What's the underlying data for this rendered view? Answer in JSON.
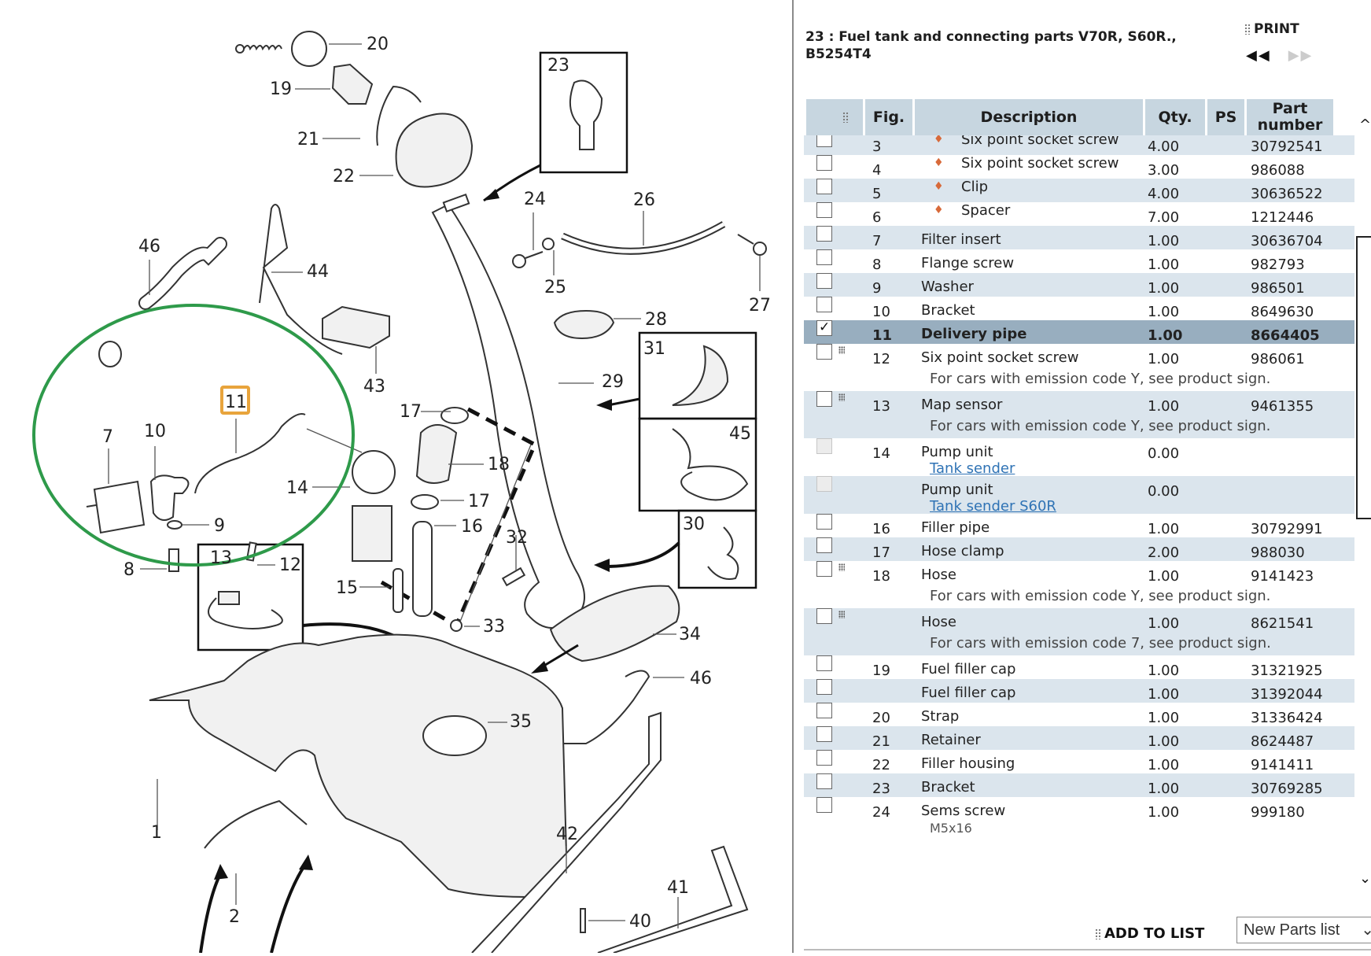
{
  "diagram": {
    "highlighted_callout": "11",
    "highlight_color": "#e8a43c",
    "circle_color": "#2e9a4a",
    "callouts": [
      "1",
      "2",
      "7",
      "8",
      "9",
      "10",
      "11",
      "12",
      "13",
      "14",
      "15",
      "16",
      "17",
      "17",
      "18",
      "19",
      "20",
      "21",
      "22",
      "23",
      "24",
      "25",
      "26",
      "27",
      "28",
      "29",
      "30",
      "31",
      "32",
      "33",
      "34",
      "35",
      "40",
      "41",
      "42",
      "43",
      "44",
      "45",
      "46",
      "46"
    ]
  },
  "header": {
    "title": "23 : Fuel tank and connecting parts V70R, S60R., B5254T4",
    "print_label": "PRINT",
    "prev_icon": "◀◀",
    "next_icon": "▶▶"
  },
  "table": {
    "columns": [
      "",
      "Fig.",
      "Description",
      "Qty.",
      "PS",
      "Part number"
    ],
    "rows": [
      {
        "fig": "3",
        "desc": "Six point socket screw",
        "qty": "4.00",
        "pn": "30792541",
        "sub": true,
        "checked": false
      },
      {
        "fig": "4",
        "desc": "Six point socket screw",
        "qty": "3.00",
        "pn": "986088",
        "sub": true,
        "checked": false
      },
      {
        "fig": "5",
        "desc": "Clip",
        "qty": "4.00",
        "pn": "30636522",
        "sub": true,
        "checked": false
      },
      {
        "fig": "6",
        "desc": "Spacer",
        "qty": "7.00",
        "pn": "1212446",
        "sub": true,
        "checked": false
      },
      {
        "fig": "7",
        "desc": "Filter insert",
        "qty": "1.00",
        "pn": "30636704",
        "checked": false
      },
      {
        "fig": "8",
        "desc": "Flange screw",
        "qty": "1.00",
        "pn": "982793",
        "checked": false
      },
      {
        "fig": "9",
        "desc": "Washer",
        "qty": "1.00",
        "pn": "986501",
        "checked": false
      },
      {
        "fig": "10",
        "desc": "Bracket",
        "qty": "1.00",
        "pn": "8649630",
        "checked": false
      },
      {
        "fig": "11",
        "desc": "Delivery pipe",
        "qty": "1.00",
        "pn": "8664405",
        "checked": true,
        "selected": true
      },
      {
        "fig": "12",
        "desc": "Six point socket screw",
        "qty": "1.00",
        "pn": "986061",
        "note": "For cars with emission code Y, see product sign.",
        "more": true,
        "checked": false
      },
      {
        "fig": "13",
        "desc": "Map sensor",
        "qty": "1.00",
        "pn": "9461355",
        "note": "For cars with emission code Y, see product sign.",
        "more": true,
        "checked": false
      },
      {
        "fig": "14",
        "desc": "Pump unit",
        "qty": "0.00",
        "pn": "",
        "link": "Tank sender",
        "disabled": true,
        "checked": false
      },
      {
        "fig": "",
        "desc": "Pump unit",
        "qty": "0.00",
        "pn": "",
        "link": "Tank sender S60R",
        "disabled": true,
        "checked": false
      },
      {
        "fig": "16",
        "desc": "Filler pipe",
        "qty": "1.00",
        "pn": "30792991",
        "checked": false
      },
      {
        "fig": "17",
        "desc": "Hose clamp",
        "qty": "2.00",
        "pn": "988030",
        "checked": false
      },
      {
        "fig": "18",
        "desc": "Hose",
        "qty": "1.00",
        "pn": "9141423",
        "note": "For cars with emission code Y, see product sign.",
        "more": true,
        "checked": false
      },
      {
        "fig": "",
        "desc": "Hose",
        "qty": "1.00",
        "pn": "8621541",
        "note": "For cars with emission code 7, see product sign.",
        "more": true,
        "checked": false
      },
      {
        "fig": "19",
        "desc": "Fuel filler cap",
        "qty": "1.00",
        "pn": "31321925",
        "checked": false
      },
      {
        "fig": "",
        "desc": "Fuel filler cap",
        "qty": "1.00",
        "pn": "31392044",
        "checked": false
      },
      {
        "fig": "20",
        "desc": "Strap",
        "qty": "1.00",
        "pn": "31336424",
        "checked": false
      },
      {
        "fig": "21",
        "desc": "Retainer",
        "qty": "1.00",
        "pn": "8624487",
        "checked": false
      },
      {
        "fig": "22",
        "desc": "Filler housing",
        "qty": "1.00",
        "pn": "9141411",
        "checked": false
      },
      {
        "fig": "23",
        "desc": "Bracket",
        "qty": "1.00",
        "pn": "30769285",
        "checked": false
      },
      {
        "fig": "24",
        "desc": "Sems screw",
        "qty": "1.00",
        "pn": "999180",
        "spec": "M5x16",
        "checked": false
      }
    ]
  },
  "footer": {
    "add_to_list_label": "ADD TO LIST",
    "parts_list_select": "New Parts list"
  }
}
